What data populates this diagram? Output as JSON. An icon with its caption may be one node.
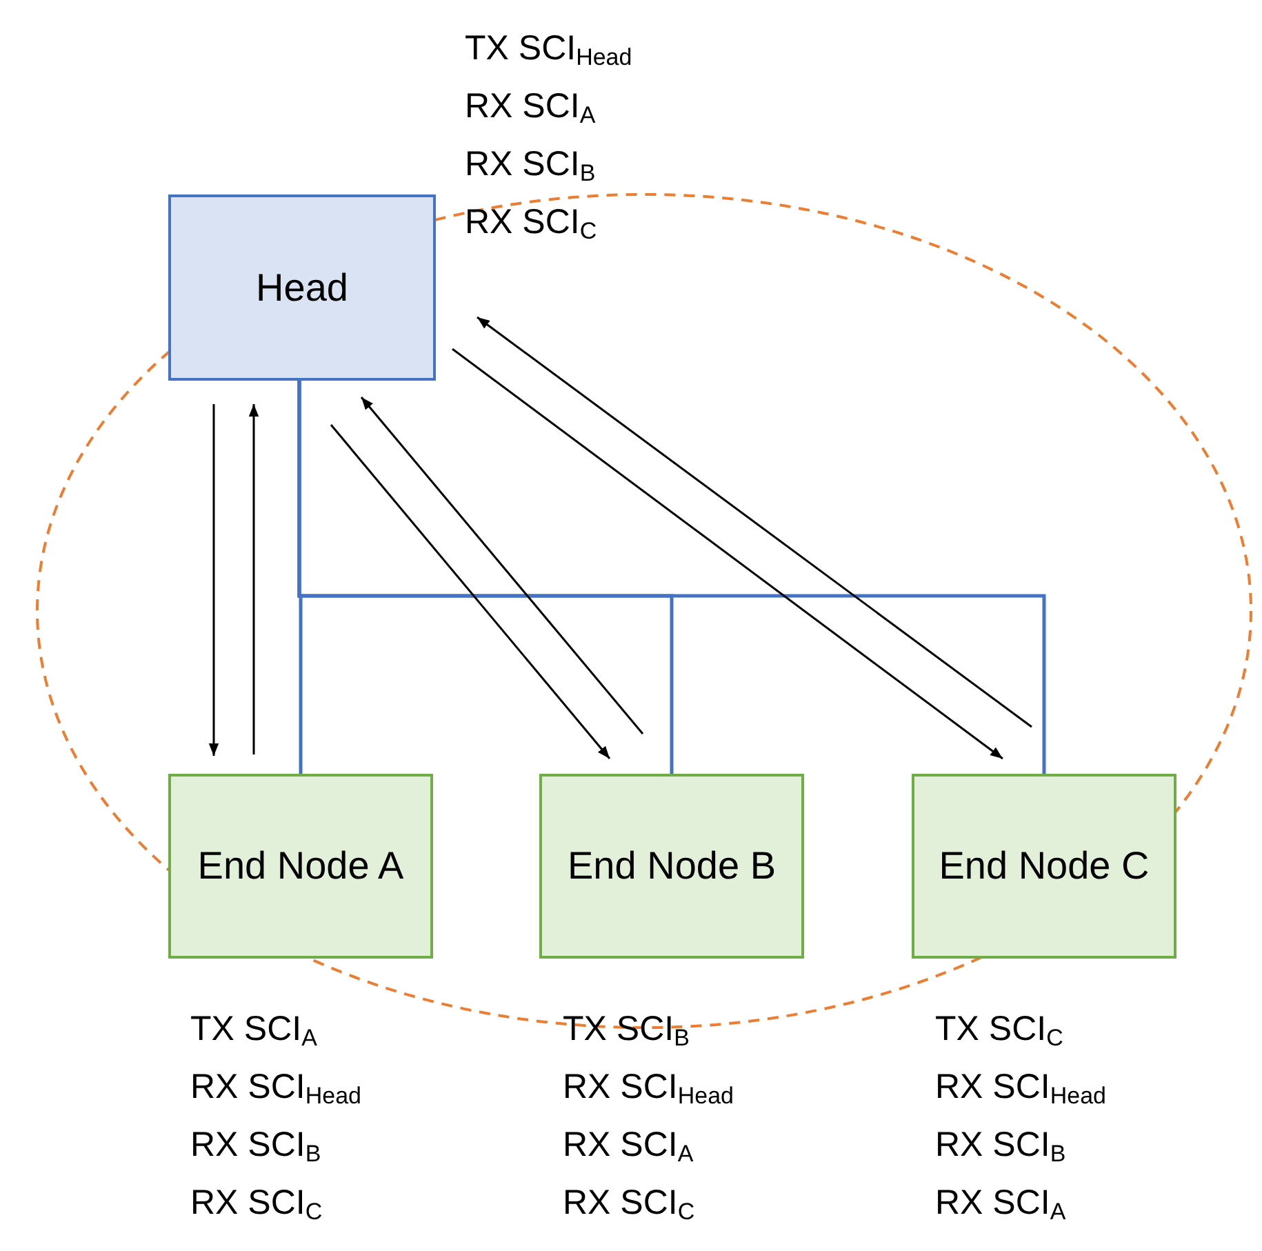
{
  "diagram": {
    "nodes": [
      {
        "text": [
          "Head"
        ],
        "beside": [
          "TX SCI$_{Head}$",
          "RX SCI$_{A}$",
          "RX SCI$_{B}$",
          "RX SCI$_{C}$"
        ]
      },
      {
        "text": [
          "End Node A"
        ],
        "beside": [
          "TX SCI$_{A}$",
          "RX SCI$_{Head}$",
          "RX SCI$_{B}$",
          "RX SCI$_{C}$"
        ]
      },
      {
        "text": [
          "End Node B"
        ],
        "beside": [
          "TX SCI$_{B}$",
          "RX SCI$_{Head}$",
          "RX SCI$_{A}$",
          "RX SCI$_{C}$"
        ]
      },
      {
        "text": [
          "End Node C"
        ],
        "beside": [
          "TX SCI$_{C}$",
          "RX SCI$_{Head}$",
          "RX SCI$_{B}$",
          "RX SCI$_{A}$"
        ]
      }
    ],
    "edges": [
      {
        "from": 0,
        "to": 1,
        "arrow": "none",
        "color": "#4472c4"
      },
      {
        "from": 0,
        "to": 2,
        "arrow": "none",
        "color": "#4472c4"
      },
      {
        "from": 0,
        "to": 3,
        "arrow": "none",
        "color": "#4472c4"
      },
      {
        "from": 0,
        "to": 1,
        "arrow": "to"
      },
      {
        "from": 1,
        "to": 0,
        "arrow": "to"
      },
      {
        "from": 0,
        "to": 2,
        "arrow": "to"
      },
      {
        "from": 2,
        "to": 0,
        "arrow": "to"
      },
      {
        "from": 0,
        "to": 3,
        "arrow": "to"
      },
      {
        "from": 3,
        "to": 0,
        "arrow": "to"
      }
    ]
  }
}
